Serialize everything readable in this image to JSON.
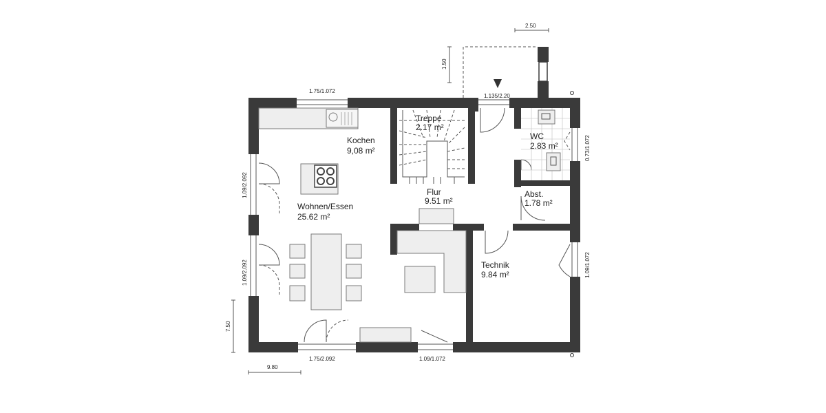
{
  "colors": {
    "wall": "#3a3a3a",
    "furniture": "#eeeeee",
    "line": "#555555",
    "text": "#222222"
  },
  "rooms": {
    "kochen": {
      "name": "Kochen",
      "area": "9,08  m²"
    },
    "treppe": {
      "name": "Treppe",
      "area": "2.17 m²"
    },
    "wc": {
      "name": "WC",
      "area": "2.83 m²"
    },
    "wohnen": {
      "name": "Wohnen/Essen",
      "area": "25.62  m²"
    },
    "flur": {
      "name": "Flur",
      "area": "9.51 m²"
    },
    "abst": {
      "name": "Abst.",
      "area": "1.78 m²"
    },
    "technik": {
      "name": "Technik",
      "area": "9.84 m²"
    }
  },
  "dimensions": {
    "top_window": "1.75/1.072",
    "entry_door": "1.135/2.20",
    "canopy_width": "2.50",
    "canopy_depth": "1.50",
    "left_window_upper": "1.09/2.092",
    "left_window_lower": "1.09/2.092",
    "wc_window": "0.73/1.072",
    "technik_window": "1.09/1.072",
    "bottom_door": "1.75/2.092",
    "bottom_window": "1.09/1.072",
    "overall_depth": "7.50",
    "overall_width": "9.80"
  },
  "icons": [
    "entrance-arrow-icon",
    "north-marker-icon",
    "cooktop-icon",
    "sink-icon"
  ]
}
